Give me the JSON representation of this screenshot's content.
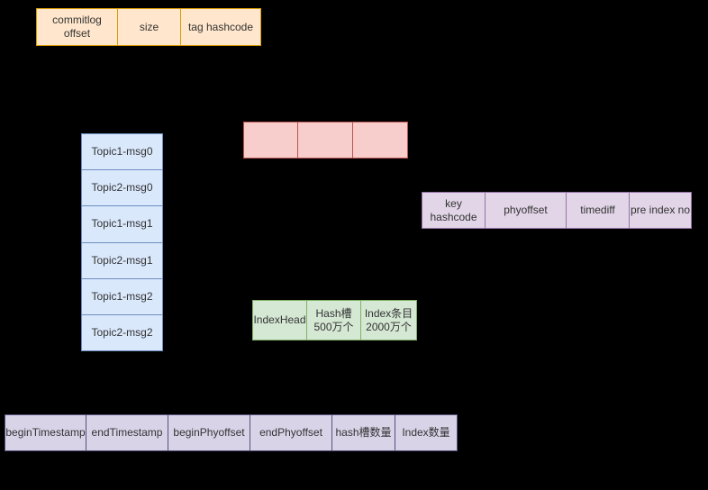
{
  "diagram": {
    "background_color": "#000000",
    "text_color": "#333333",
    "tables": [
      {
        "name": "commitlog-entry-fields",
        "fill": "#FFE6CC",
        "stroke": "#D79B00",
        "cells": [
          "commitlog\noffset",
          "size",
          "tag hashcode"
        ]
      },
      {
        "name": "commitlog-message-list",
        "fill": "#DAE8FC",
        "stroke": "#6C8EBF",
        "cells": [
          "Topic1-msg0",
          "Topic2-msg0",
          "Topic1-msg1",
          "Topic2-msg1",
          "Topic1-msg2",
          "Topic2-msg2"
        ]
      },
      {
        "name": "consumequeue-slots",
        "fill": "#F8CECC",
        "stroke": "#B85450",
        "cells": [
          "",
          "",
          ""
        ]
      },
      {
        "name": "index-entry-fields",
        "fill": "#E1D5E7",
        "stroke": "#9673A6",
        "cells": [
          "key\nhashcode",
          "phyoffset",
          "timediff",
          "pre index no"
        ]
      },
      {
        "name": "indexfile-structure",
        "fill": "#D5E8D4",
        "stroke": "#82B366",
        "cells": [
          "IndexHead",
          "Hash槽\n500万个",
          "Index条目\n2000万个"
        ]
      },
      {
        "name": "indexheader-fields",
        "fill": "#D9D3E8",
        "stroke": "#56517E",
        "cells": [
          "beginTimestamp",
          "endTimestamp",
          "beginPhyoffset",
          "endPhyoffset",
          "hash槽数量",
          "Index数量"
        ]
      }
    ]
  }
}
